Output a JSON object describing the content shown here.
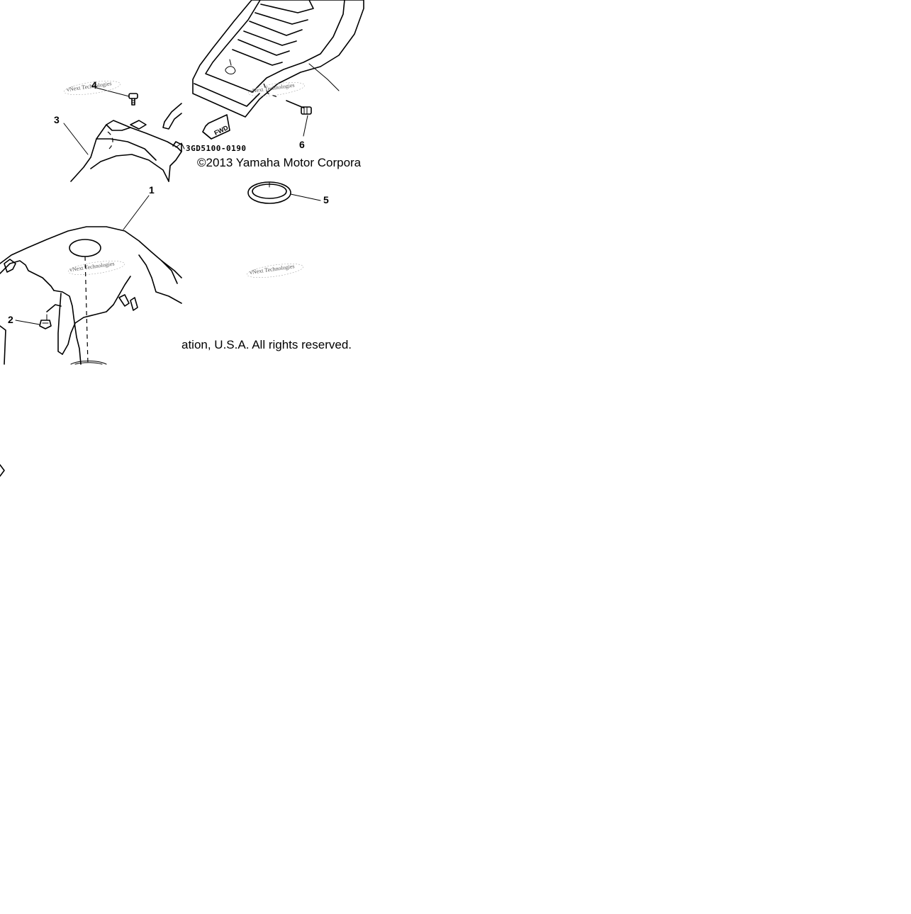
{
  "callouts": {
    "c1": "1",
    "c2": "2",
    "c3": "3",
    "c4": "4",
    "c5": "5",
    "c6": "6"
  },
  "part_number": "3GD5100-0190",
  "fwd_label": "FWD",
  "copyright_top": "©2013 Yamaha Motor Corpora",
  "copyright_bottom": "ation, U.S.A. All rights reserved.",
  "watermark": "vNext Technologies"
}
